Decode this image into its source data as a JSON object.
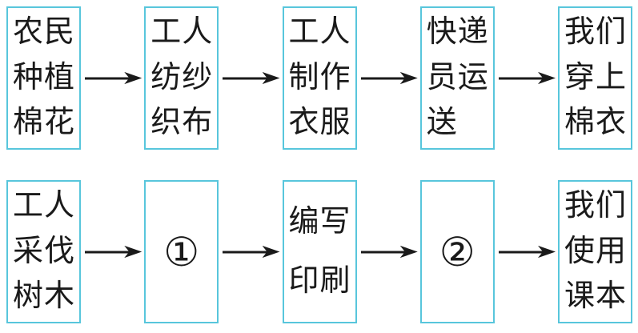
{
  "colors": {
    "box_border": "#58c6dc",
    "arrow": "#1a1a1a",
    "text": "#1a1a1a",
    "background": "#ffffff"
  },
  "rows": [
    {
      "nodes": [
        {
          "lines": [
            "农民",
            "种植",
            "棉花"
          ]
        },
        {
          "lines": [
            "工人",
            "纺纱",
            "织布"
          ]
        },
        {
          "lines": [
            "工人",
            "制作",
            "衣服"
          ]
        },
        {
          "lines": [
            "快递",
            "员运",
            "送"
          ]
        },
        {
          "lines": [
            "我们",
            "穿上",
            "棉衣"
          ]
        }
      ]
    },
    {
      "nodes": [
        {
          "lines": [
            "工人",
            "采伐",
            "树木"
          ]
        },
        {
          "lines": [
            "①"
          ]
        },
        {
          "lines": [
            "编写",
            "印刷"
          ]
        },
        {
          "lines": [
            "②"
          ]
        },
        {
          "lines": [
            "我们",
            "使用",
            "课本"
          ]
        }
      ]
    }
  ]
}
